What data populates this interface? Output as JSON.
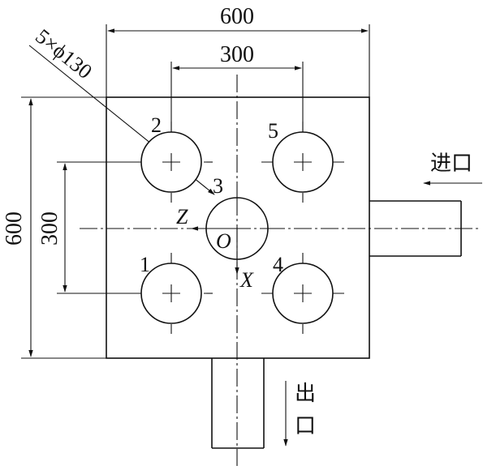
{
  "dimensions": {
    "top_width": "600",
    "inner_width": "300",
    "left_height": "600",
    "inner_height": "300",
    "hole_spec": "5×ϕ130"
  },
  "holes": [
    {
      "label": "1"
    },
    {
      "label": "2"
    },
    {
      "label": "3"
    },
    {
      "label": "4"
    },
    {
      "label": "5"
    }
  ],
  "axes": {
    "origin": "O",
    "z": "Z",
    "x": "X"
  },
  "ports": {
    "inlet": "进口",
    "outlet_line1": "出",
    "outlet_line2": "口"
  }
}
